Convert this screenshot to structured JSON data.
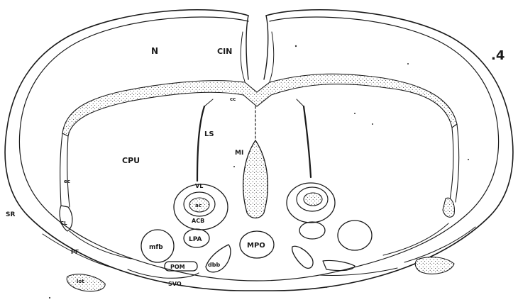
{
  "figure": {
    "plate_number": ".4",
    "labels": {
      "n": "N",
      "cin": "CIN",
      "cc": "cc",
      "ls": "LS",
      "mi": "MI",
      "cpu": "CPU",
      "ec": "ec",
      "vl": "VL",
      "ac": "ac",
      "acb": "ACB",
      "sr": "SR",
      "cl": "CL",
      "lpa": "LPA",
      "mfb": "mfb",
      "mpo": "MPO",
      "pf": "PF",
      "pom": "POM",
      "dbb": "dbb",
      "lot": "lot",
      "svo": "SVO"
    },
    "ink_color": "#1a1a1a",
    "background": "#ffffff"
  }
}
